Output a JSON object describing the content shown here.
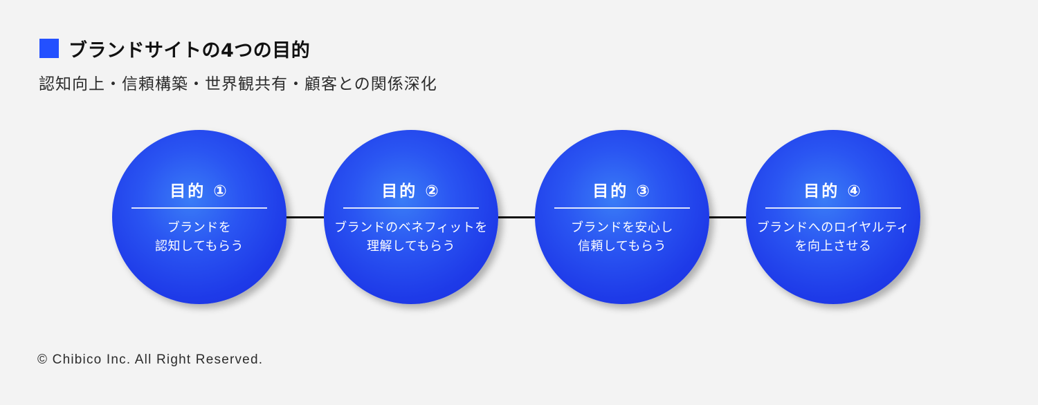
{
  "header": {
    "title": "ブランドサイトの4つの目的",
    "marker_color": "#2350ff",
    "subtitle": "認知向上・信頼構築・世界観共有・顧客との関係深化"
  },
  "purposes": [
    {
      "title": "目的 ①",
      "line1": "ブランドを",
      "line2": "認知してもらう"
    },
    {
      "title": "目的 ②",
      "line1": "ブランドのベネフィットを",
      "line2": "理解してもらう"
    },
    {
      "title": "目的 ③",
      "line1": "ブランドを安心し",
      "line2": "信頼してもらう"
    },
    {
      "title": "目的 ④",
      "line1": "ブランドへのロイヤルティ",
      "line2": "を向上させる"
    }
  ],
  "colors": {
    "background": "#f3f3f3",
    "circle_blue": "#2a55f2",
    "connector": "#111111",
    "text_dark": "#111111"
  },
  "footer": {
    "copyright": "© Chibico Inc. All Right Reserved."
  }
}
